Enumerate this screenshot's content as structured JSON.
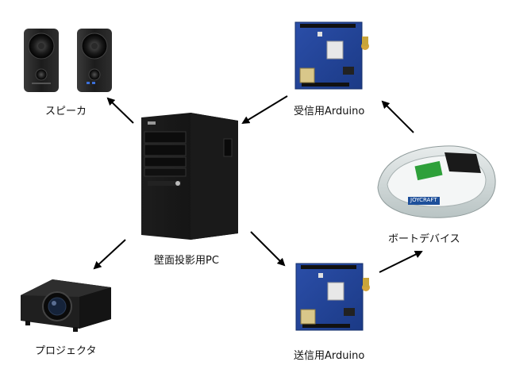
{
  "diagram": {
    "nodes": {
      "speaker": {
        "label": "スピーカ"
      },
      "pc": {
        "label": "壁面投影用PC"
      },
      "receiver": {
        "label": "受信用Arduino"
      },
      "boat": {
        "label": "ボートデバイス",
        "brand_text": "JOYCRAFT"
      },
      "sender": {
        "label": "送信用Arduino"
      },
      "projector": {
        "label": "プロジェクタ"
      }
    },
    "edges": [
      {
        "from": "pc",
        "to": "speaker"
      },
      {
        "from": "receiver",
        "to": "pc"
      },
      {
        "from": "boat",
        "to": "receiver"
      },
      {
        "from": "pc",
        "to": "projector"
      },
      {
        "from": "pc",
        "to": "sender"
      },
      {
        "from": "sender",
        "to": "boat"
      }
    ]
  }
}
